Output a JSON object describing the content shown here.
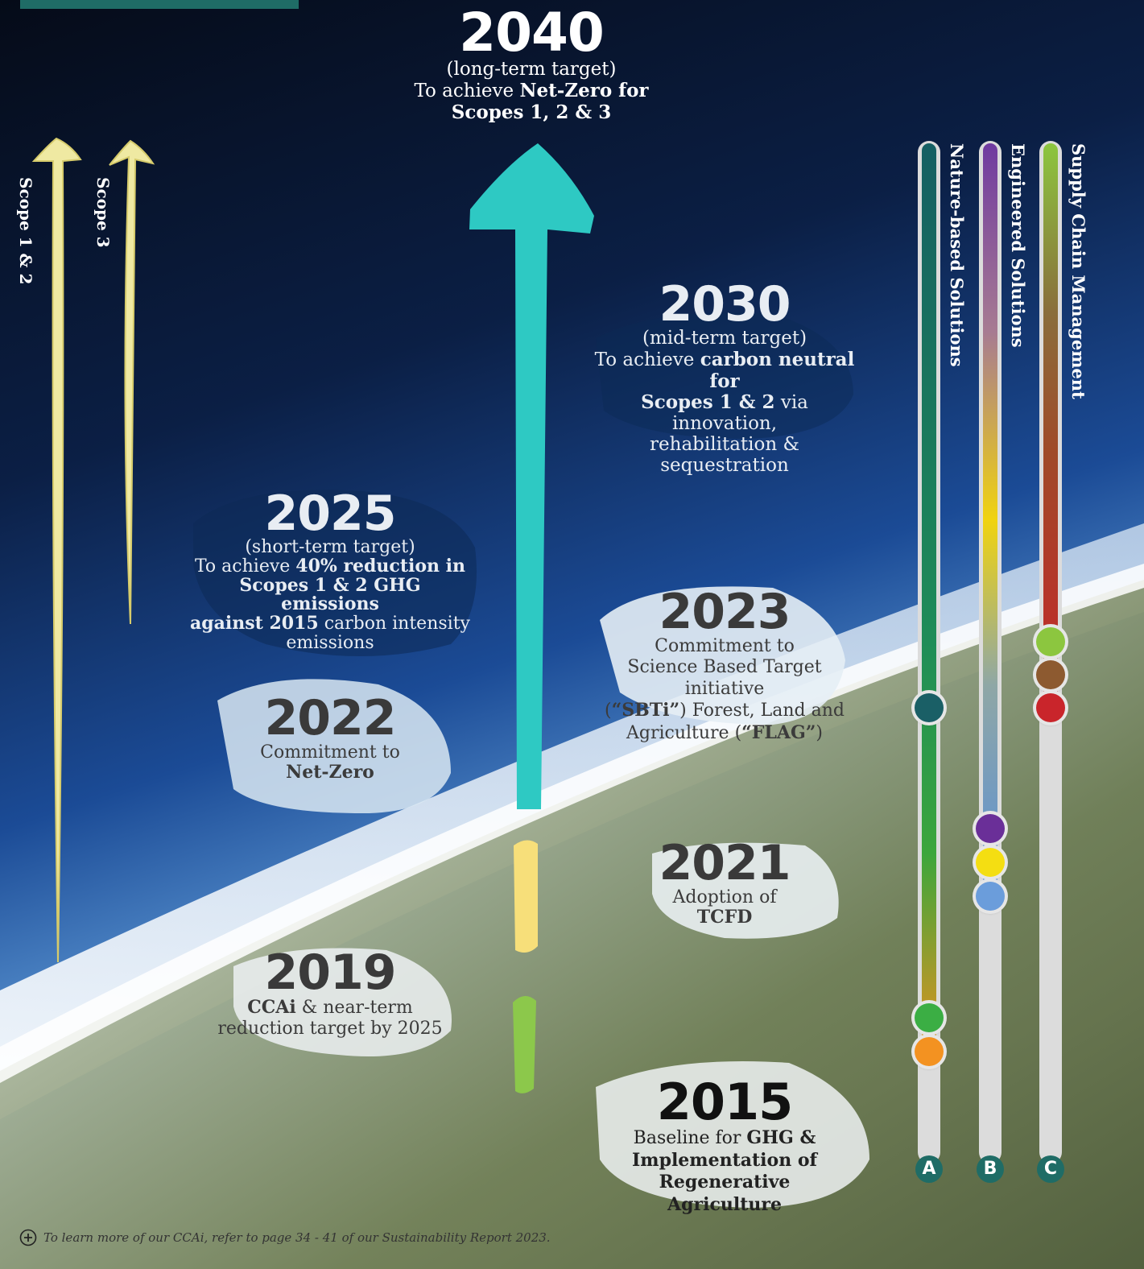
{
  "scope_labels": {
    "scope12": "Scope 1 & 2",
    "scope3": "Scope 3"
  },
  "milestones": {
    "y2040": {
      "year": "2040",
      "line1": "(long-term target)",
      "line2_pre": "To achieve ",
      "line2_bold": "Net-Zero for",
      "line3_bold": "Scopes 1, 2 & 3"
    },
    "y2030": {
      "year": "2030",
      "line1": "(mid-term target)",
      "line2_pre": "To achieve ",
      "line2_bold": "carbon neutral for",
      "line3_bold": "Scopes 1 & 2",
      "line3_rest": " via innovation,",
      "line4": "rehabilitation & sequestration"
    },
    "y2025": {
      "year": "2025",
      "line1": "(short-term target)",
      "line2_pre": "To achieve ",
      "line2_bold": "40% reduction in",
      "line3_bold": "Scopes 1 & 2 GHG emissions",
      "line4_bold": "against 2015",
      "line4_rest": " carbon intensity",
      "line5": "emissions"
    },
    "y2023": {
      "year": "2023",
      "line1": "Commitment to",
      "line2": "Science Based Target initiative",
      "line3_open": "(",
      "line3_bold": "“SBTi”",
      "line3_rest": ") Forest, Land and",
      "line4_pre": "Agriculture (",
      "line4_bold": "“FLAG”",
      "line4_close": ")"
    },
    "y2022": {
      "year": "2022",
      "line1": "Commitment to",
      "line2_bold": "Net-Zero"
    },
    "y2021": {
      "year": "2021",
      "line1": "Adoption of",
      "line2_bold": "TCFD"
    },
    "y2019": {
      "year": "2019",
      "line1_bold": "CCAi",
      "line1_rest": " & near-term",
      "line2": "reduction target by 2025"
    },
    "y2015": {
      "year": "2015",
      "line1_pre": "Baseline for ",
      "line1_bold": "GHG &",
      "line2_bold": "Implementation of",
      "line3_bold": "Regenerative Agriculture"
    }
  },
  "pillars": {
    "a": {
      "label": "Nature-based Solutions",
      "badge": "A"
    },
    "b": {
      "label": "Engineered Solutions",
      "badge": "B"
    },
    "c": {
      "label": "Supply Chain Management",
      "badge": "C"
    }
  },
  "colors": {
    "teal_arrow": "#2ec9c3",
    "yellow_segment": "#f7df7a",
    "green_segment": "#8cc84b",
    "badge": "#1f6c66",
    "header_bar": "#1f6c66"
  },
  "footer": {
    "text": "To learn more of our CCAi, refer to page 34 - 41 of our Sustainability Report 2023."
  }
}
